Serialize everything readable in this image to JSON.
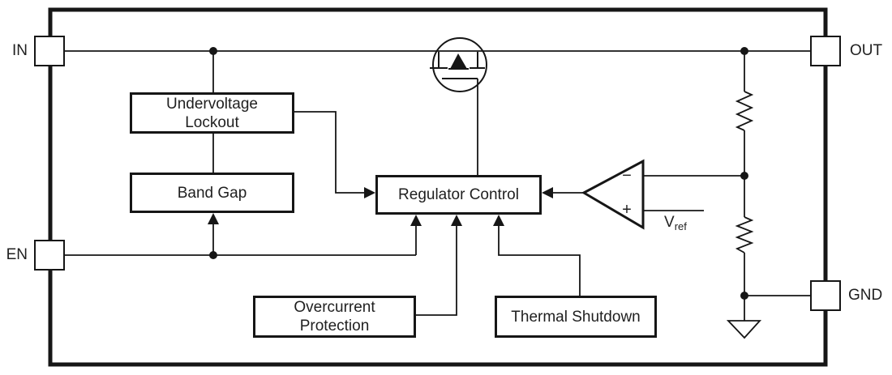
{
  "diagram": {
    "type": "ldo-functional-block-diagram",
    "colors": {
      "background": "#ffffff",
      "line": "#161616",
      "text": "#1f1f1f"
    },
    "pins": {
      "in": "IN",
      "en": "EN",
      "out": "OUT",
      "gnd": "GND"
    },
    "blocks": {
      "uvlo": {
        "line1": "Undervoltage",
        "line2": "Lockout"
      },
      "bandgap": {
        "label": "Band Gap"
      },
      "regulator": {
        "label": "Regulator Control"
      },
      "ocp": {
        "line1": "Overcurrent",
        "line2": "Protection"
      },
      "thermal": {
        "label": "Thermal Shutdown"
      }
    },
    "comparator": {
      "minus": "−",
      "plus": "+"
    },
    "vref": {
      "symbol": "V",
      "subscript": "ref"
    },
    "symbols": [
      "mosfet-pass-transistor-icon",
      "error-amplifier-icon",
      "feedback-resistor-top-icon",
      "feedback-resistor-bottom-icon",
      "ground-icon"
    ]
  }
}
